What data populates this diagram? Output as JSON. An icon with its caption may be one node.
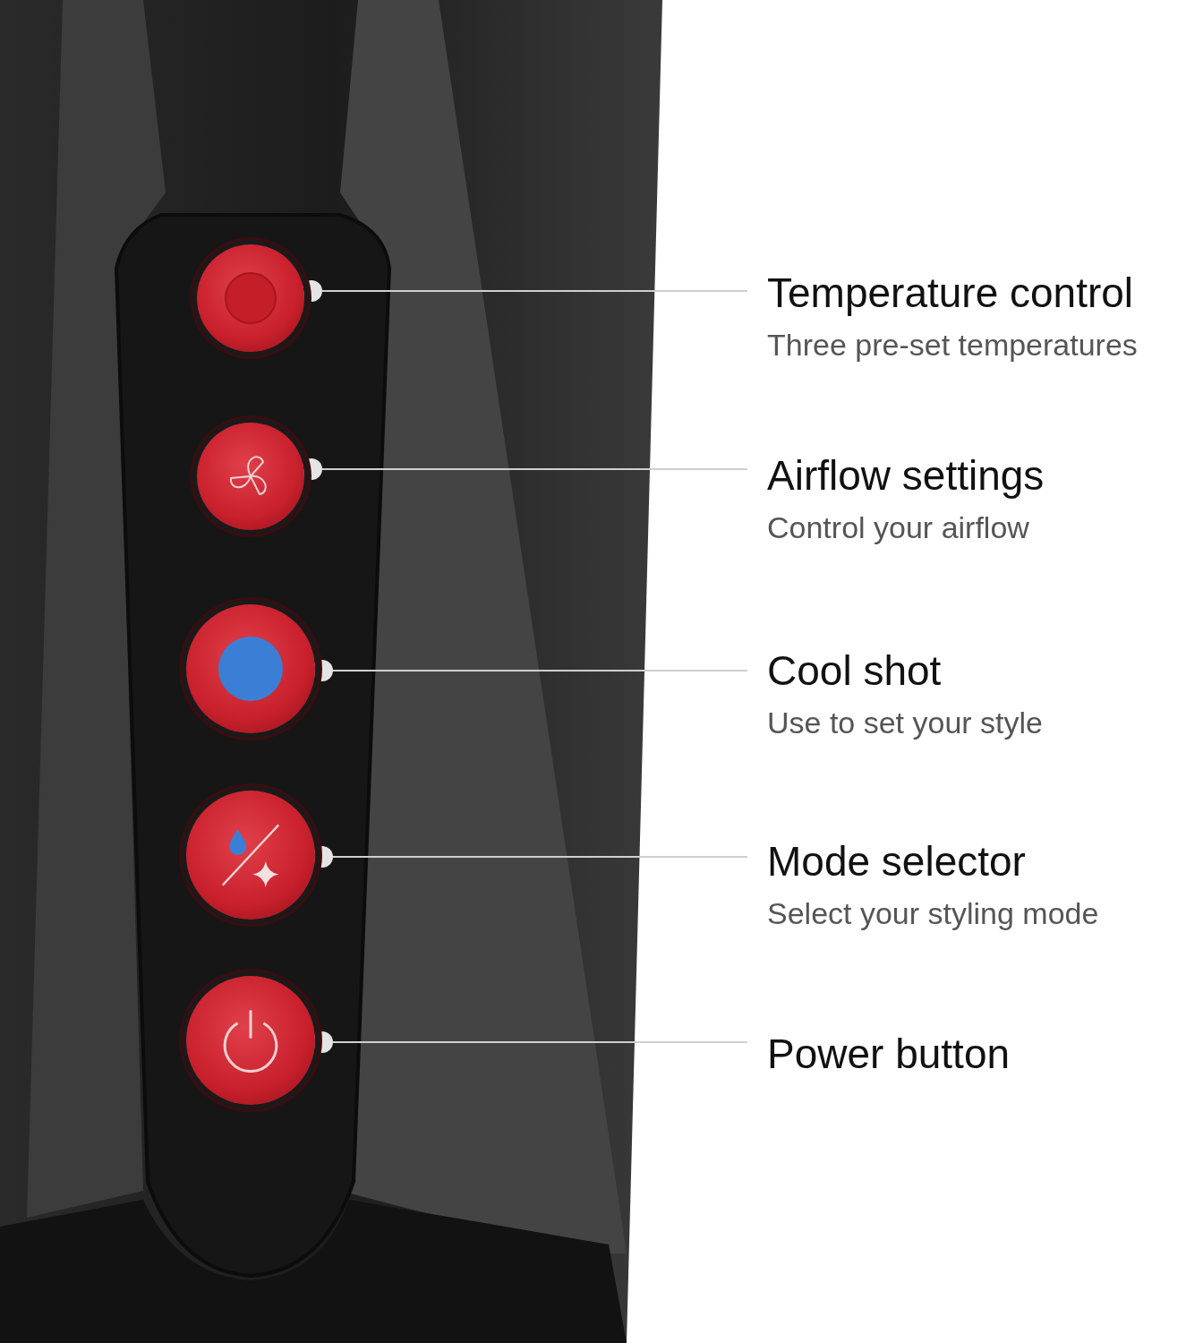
{
  "diagram": {
    "nodes": [
      {
        "text": [],
        "shape": "circle"
      },
      {
        "text": [
          "Temperature control",
          "Three pre-set temperatures"
        ]
      },
      {
        "text": [],
        "shape": "circle"
      },
      {
        "text": [
          "Airflow settings",
          "Control your airflow"
        ]
      },
      {
        "text": [],
        "shape": "circle"
      },
      {
        "text": [
          "Cool shot",
          "Use to set your style"
        ]
      },
      {
        "text": [],
        "shape": "circle"
      },
      {
        "text": [
          "Mode selector",
          "Select your styling mode"
        ]
      },
      {
        "text": [],
        "shape": "circle"
      },
      {
        "text": [
          "Power button"
        ]
      }
    ],
    "edges": [
      {
        "from": 1,
        "to": 0,
        "arrow": "other"
      },
      {
        "from": 3,
        "to": 2,
        "arrow": "other"
      },
      {
        "from": 5,
        "to": 4,
        "arrow": "other"
      },
      {
        "from": 7,
        "to": 6,
        "arrow": "other"
      },
      {
        "from": 9,
        "to": 8,
        "arrow": "other"
      }
    ]
  }
}
